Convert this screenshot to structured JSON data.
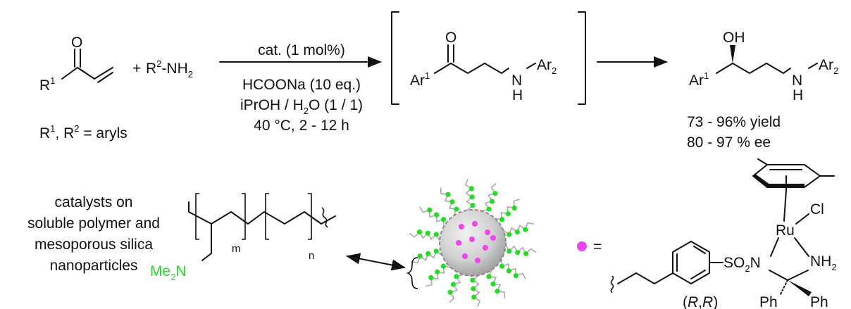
{
  "reaction": {
    "substrate_atoms": {
      "o": "O",
      "r1": "R",
      "r1_sup": "1"
    },
    "plus": "+",
    "amine": {
      "r2": "R",
      "r2_sup": "2",
      "nh2": "-NH",
      "nh2_sub": "2"
    },
    "substituents_note": {
      "r1": "R",
      "r1_sup": "1",
      "mid": ", R",
      "r2_sup": "2",
      "rest": " = aryls"
    },
    "conditions": {
      "catalyst": "cat. (1 mol%)",
      "reductant": "HCOONa (10 eq.)",
      "solvent_a": "iPrOH / H",
      "solvent_sub": "2",
      "solvent_b": "O (1 / 1)",
      "temp_time": "40 °C, 2 - 12 h"
    },
    "intermediate": {
      "o": "O",
      "ar1": "Ar",
      "ar1_sup": "1",
      "n": "N",
      "h": "H",
      "ar2": "Ar",
      "ar2_sub": "2"
    },
    "product": {
      "oh": "OH",
      "ar1": "Ar",
      "ar1_sup": "1",
      "n": "N",
      "h": "H",
      "ar2": "Ar",
      "ar2_sub": "2"
    },
    "yield": "73 - 96% yield",
    "ee": "80 - 97 % ee"
  },
  "catalyst": {
    "description_lines": [
      "catalysts on",
      "soluble polymer and",
      "mesoporous silica",
      "nanoparticles"
    ],
    "polymer": {
      "me2n": "Me",
      "me2n_sub": "2",
      "me2n_n": "N",
      "m": "m",
      "n": "n"
    },
    "legend_equals": "=",
    "complex": {
      "ru": "Ru",
      "cl": "Cl",
      "so2n": "SO",
      "so2n_sub": "2",
      "so2n_n": "N",
      "nh2": "NH",
      "nh2_sub": "2",
      "ph1": "Ph",
      "ph2": "Ph",
      "stereo_open": "(",
      "stereo_r1": "R",
      "stereo_comma": ",",
      "stereo_r2": "R",
      "stereo_close": ")"
    }
  },
  "colors": {
    "tether_green": "#22dd22",
    "active_site_magenta": "#ee44ee",
    "chain_gray": "#aaaaaa",
    "particle_gray": "#c8c8c8"
  }
}
